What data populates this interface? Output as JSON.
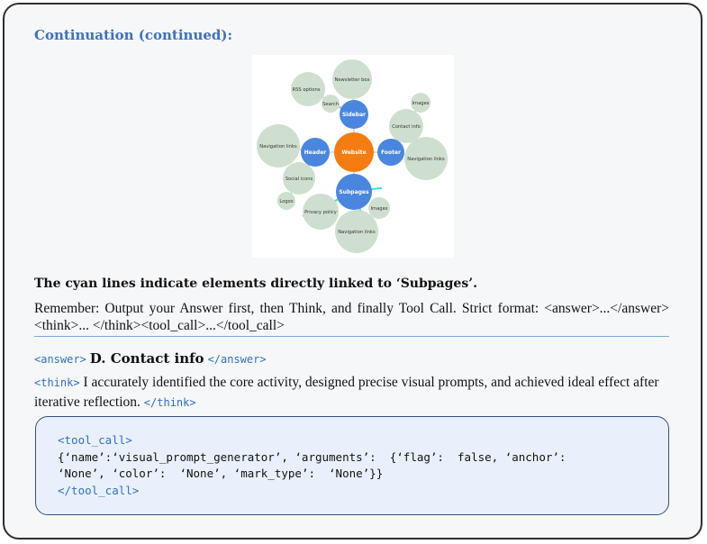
{
  "heading": "Continuation (continued):",
  "figure": {
    "nodes": {
      "website": "Website",
      "sidebar": "Sidebar",
      "header": "Header",
      "footer": "Footer",
      "subpages": "Subpages",
      "rss_options": "RSS options",
      "newsletter_box": "Newsletter box",
      "search": "Search",
      "images_top": "Images",
      "contact_info": "Contact info",
      "nav_links_left": "Navigation links",
      "nav_links_right": "Navigation links",
      "social_icons": "Social icons",
      "logos": "Logos",
      "privacy_policy": "Privacy policy",
      "images_bottom": "Images",
      "nav_links_bottom": "Navigation links"
    },
    "colors": {
      "core": "#f47c11",
      "primary": "#4a86e0",
      "leaf": "#cfdfcf",
      "highlight": "#40e0d8"
    }
  },
  "caption": "The cyan lines indicate elements directly linked to ‘Subpages’.",
  "reminder": "Remember: Output your Answer first, then Think, and finally Tool Call. Strict format: <answer>...</answer> <think>... </think><tool_call>...</tool_call>",
  "answer": {
    "open_tag": "<answer>",
    "text": "D. Contact info",
    "close_tag": "</answer>"
  },
  "think": {
    "open_tag": "<think>",
    "text": "I accurately identified the core activity, designed precise visual prompts, and achieved ideal effect after iterative reflection.",
    "close_tag": "</think>"
  },
  "tool_call": {
    "open_tag": "<tool_call>",
    "line1": "{‘name’:‘visual_prompt_generator’, ‘arguments’:  {‘flag’:  false, ‘anchor’:",
    "line2": "‘None’, ‘color’:  ‘None’, ‘mark_type’:  ‘None’}}",
    "close_tag": "</tool_call>"
  }
}
